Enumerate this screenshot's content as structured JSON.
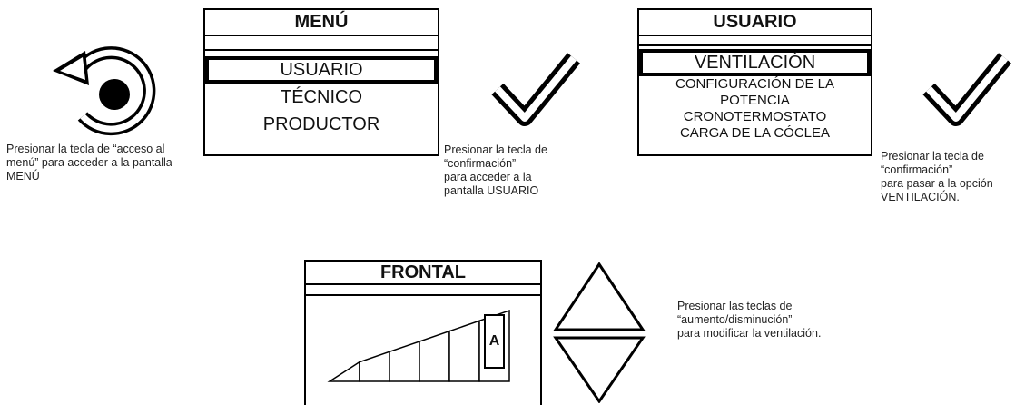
{
  "step1": {
    "icon": "menu-access-icon",
    "caption": "Presionar la tecla de “acceso al menú” para acceder a la pantalla MENÚ"
  },
  "menu_screen": {
    "title": "MENÚ",
    "items": [
      "USUARIO",
      "TÉCNICO",
      "PRODUCTOR"
    ],
    "selected_index": 0
  },
  "step2": {
    "icon": "checkmark-icon",
    "caption_lines": [
      "Presionar la tecla de",
      "“confirmación”",
      "para acceder a la",
      "pantalla USUARIO"
    ]
  },
  "user_screen": {
    "title": "USUARIO",
    "selected_item": "VENTILACIÓN",
    "items": [
      "CONFIGURACIÓN DE LA",
      "POTENCIA",
      "CRONOTERMOSTATO",
      "CARGA DE LA CÓCLEA"
    ]
  },
  "step3": {
    "icon": "checkmark-icon",
    "caption_lines": [
      "Presionar la tecla de",
      "“confirmación”",
      "para pasar a la opción",
      "VENTILACIÓN."
    ]
  },
  "front_screen": {
    "title": "FRONTAL",
    "auto_label": "A",
    "level_bars": 6
  },
  "step4": {
    "icons": [
      "arrow-up-icon",
      "arrow-down-icon"
    ],
    "caption_lines": [
      "Presionar las teclas de",
      "“aumento/disminución”",
      "para modificar la ventilación."
    ]
  }
}
